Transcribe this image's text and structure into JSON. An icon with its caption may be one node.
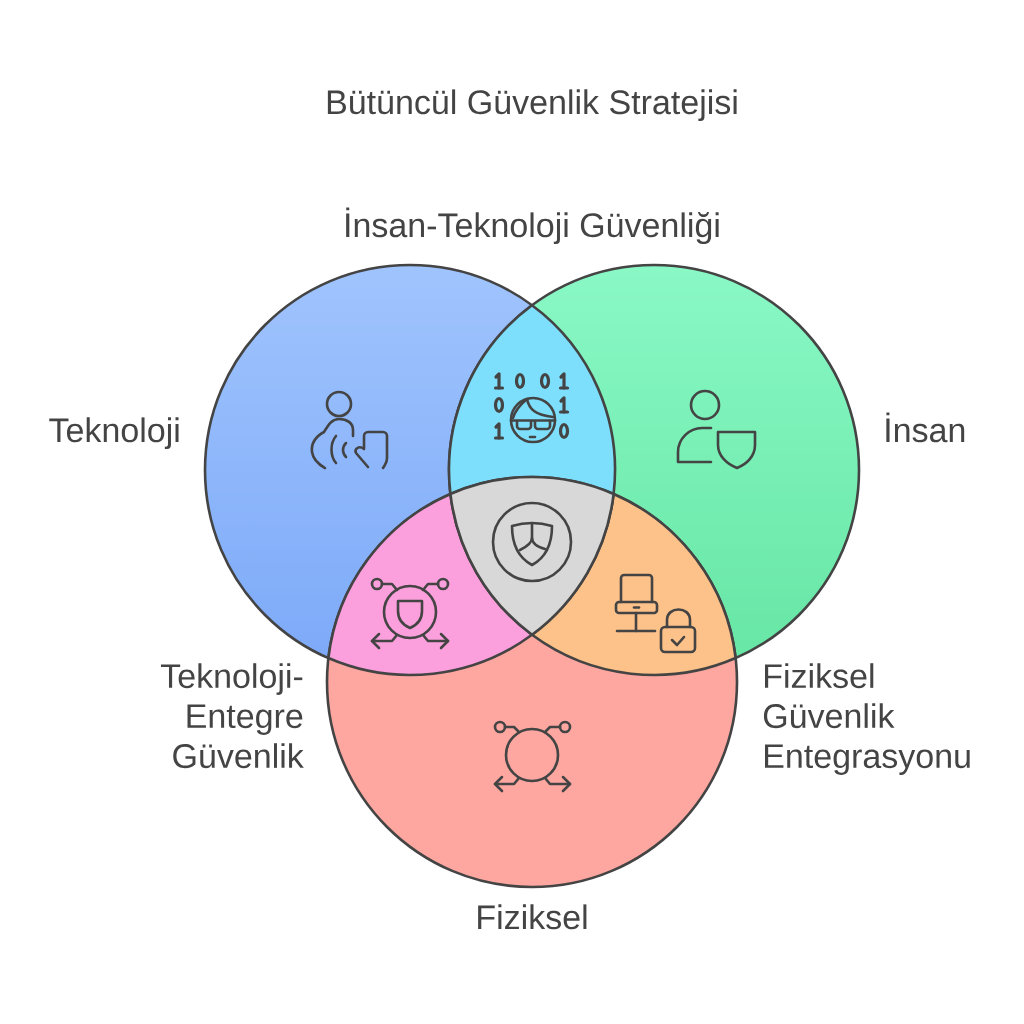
{
  "diagram": {
    "title": "Bütüncül Güvenlik Stratejisi",
    "nodes": [
      {
        "text": [
          "Teknoloji"
        ]
      },
      {
        "text": [
          "İnsan"
        ]
      },
      {
        "text": [
          "Fiziksel"
        ]
      },
      {
        "text": [
          "İnsan-Teknoloji Güvenliği"
        ]
      },
      {
        "text": [
          "Teknoloji-Entegre Güvenlik"
        ]
      },
      {
        "text": [
          "Fiziksel Güvenlik Entegrasyonu"
        ]
      },
      {
        "text": [],
        "shape": "triangle"
      }
    ]
  }
}
